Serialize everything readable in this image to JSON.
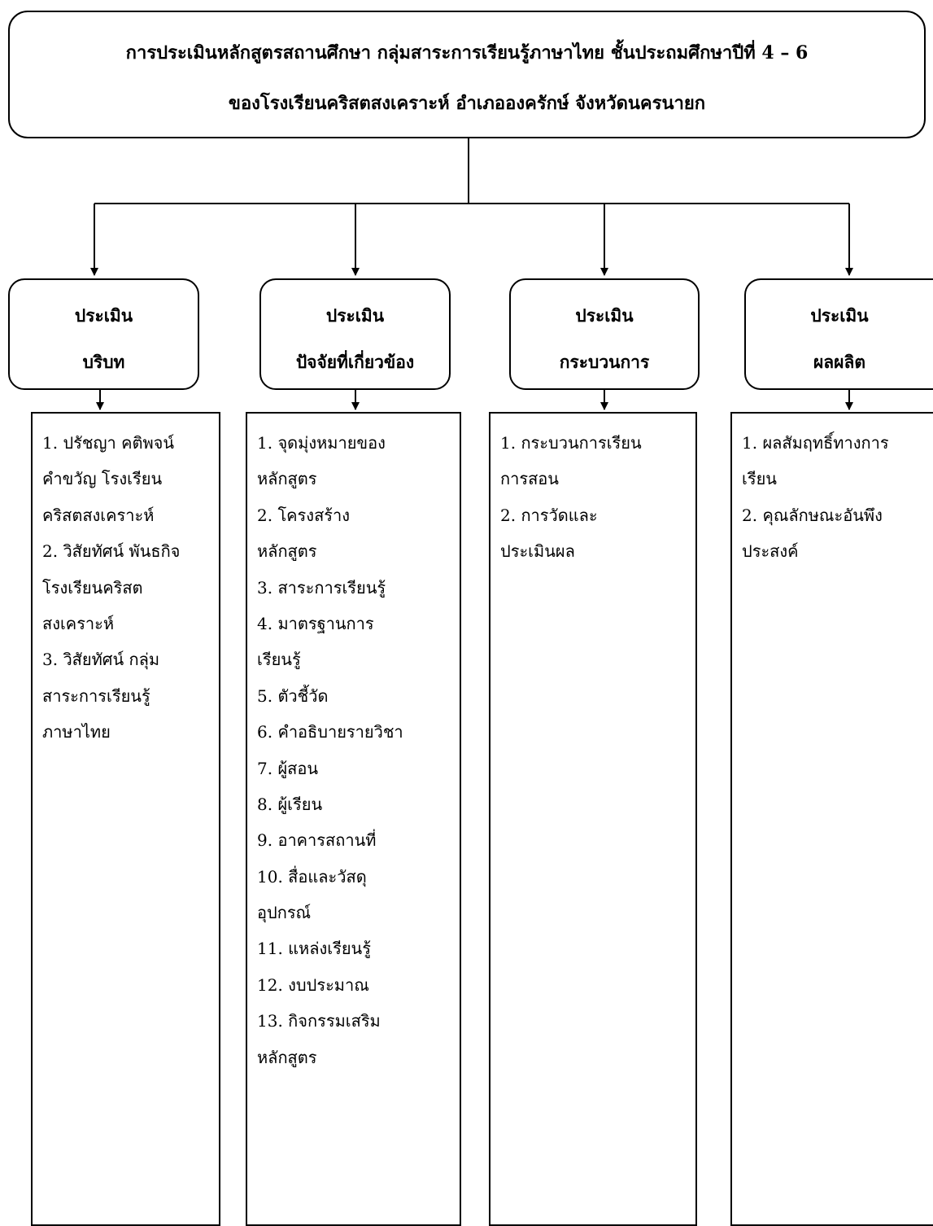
{
  "title": {
    "line1": "การประเมินหลักสูตรสถานศึกษา กลุ่มสาระการเรียนรู้ภาษาไทย  ชั้นประถมศึกษาปีที่ 4 – 6",
    "line2": "ของโรงเรียนคริสตสงเคราะห์  อำเภอองครักษ์  จังหวัดนครนายก"
  },
  "categories": [
    {
      "line1": "ประเมิน",
      "line2": "บริบท",
      "items": [
        "1. ปรัชญา คติพจน์",
        "คำขวัญ  โรงเรียน",
        "คริสตสงเคราะห์",
        "2. วิสัยทัศน์ พันธกิจ",
        "โรงเรียนคริสต",
        "สงเคราะห์",
        "3. วิสัยทัศน์ กลุ่ม",
        "สาระการเรียนรู้",
        "ภาษาไทย"
      ]
    },
    {
      "line1": "ประเมิน",
      "line2": "ปัจจัยที่เกี่ยวข้อง",
      "items": [
        "1. จุดมุ่งหมายของ",
        "หลักสูตร",
        "2. โครงสร้าง",
        "หลักสูตร",
        "3. สาระการเรียนรู้",
        "4. มาตรฐานการ",
        "เรียนรู้",
        "5. ตัวชี้วัด",
        "6. คำอธิบายรายวิชา",
        "7. ผู้สอน",
        "8. ผู้เรียน",
        "9. อาคารสถานที่",
        "10. สื่อและวัสดุ",
        "อุปกรณ์",
        "11. แหล่งเรียนรู้",
        "12. งบประมาณ",
        "13. กิจกรรมเสริม",
        "หลักสูตร"
      ]
    },
    {
      "line1": "ประเมิน",
      "line2": "กระบวนการ",
      "items": [
        "1. กระบวนการเรียน",
        "การสอน",
        "2. การวัดและ",
        "ประเมินผล"
      ]
    },
    {
      "line1": "ประเมิน",
      "line2": "ผลผลิต",
      "items": [
        "1. ผลสัมฤทธิ์ทางการ",
        "เรียน",
        "2. คุณลักษณะอันพึง",
        "ประสงค์"
      ]
    }
  ]
}
